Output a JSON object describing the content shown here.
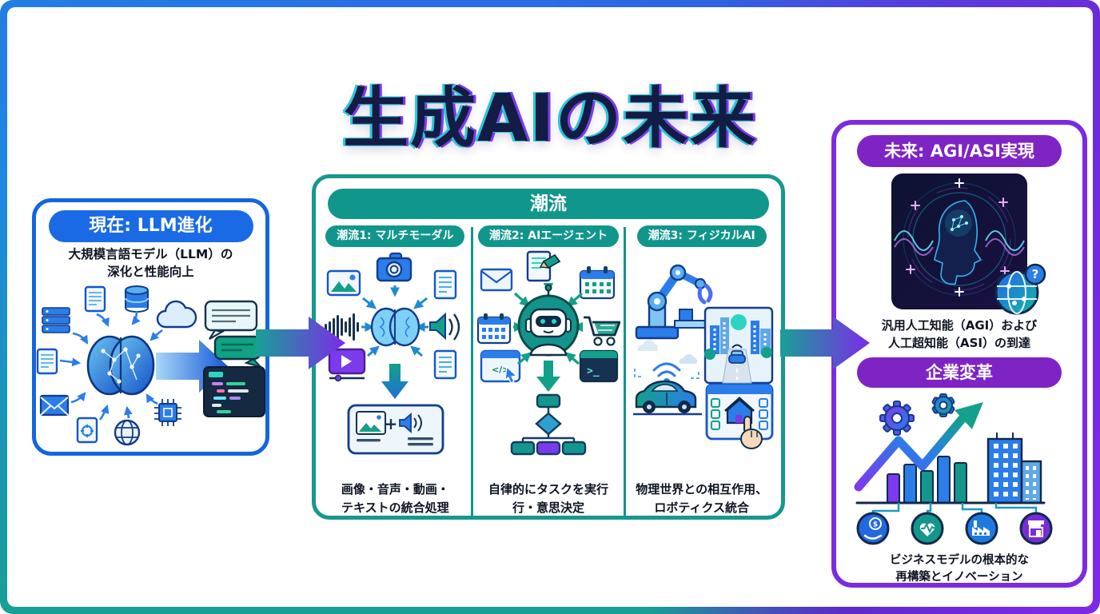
{
  "title": "生成AIの未来",
  "colors": {
    "blue": "#1a6ae6",
    "teal": "#11968c",
    "purple": "#7f24c4",
    "border_blue": "#1565e0",
    "border_teal": "#16988e",
    "border_purple": "#7c2be0"
  },
  "present": {
    "header": "現在: LLM進化",
    "desc_lines": [
      "大規模言語モデル（LLM）の",
      "深化と性能向上"
    ],
    "icons": [
      "server-stack",
      "document",
      "database",
      "cloud",
      "envelope",
      "gear-document",
      "globe",
      "chip",
      "brain",
      "block-arrow",
      "chat-bubbles",
      "code-window"
    ]
  },
  "trends": {
    "header": "潮流",
    "columns": [
      {
        "header": "潮流1: マルチモーダル",
        "caption_lines": [
          "画像・音声・動画・",
          "テキストの統合処理"
        ],
        "icons": [
          "camera",
          "image",
          "document",
          "audio-waveform",
          "speaker",
          "video-player",
          "brain",
          "down-arrow",
          "media-card"
        ]
      },
      {
        "header": "潮流2: AIエージェント",
        "caption_lines": [
          "自律的にタスクを実行",
          "行・意思決定"
        ],
        "icons": [
          "note-pencil",
          "envelope",
          "calendar",
          "shopping-cart",
          "code-window",
          "terminal",
          "robot",
          "down-arrow",
          "flowchart"
        ]
      },
      {
        "header": "潮流3: フィジカルAI",
        "caption_lines": [
          "物理世界との相互作用、",
          "ロボティクス統合"
        ],
        "icons": [
          "robot-arm",
          "smart-city-street",
          "autonomous-car",
          "wifi",
          "smart-home-panel",
          "hand-pointer"
        ]
      }
    ]
  },
  "future": {
    "header": "未来: AGI/ASI実現",
    "desc_lines": [
      "汎用人工知能（AGI）および",
      "人工超知能（ASI）の到達"
    ],
    "sub_header": "企業変革",
    "caption_lines": [
      "ビジネスモデルの根本的な",
      "再構築とイノベーション"
    ],
    "icons": [
      "neural-head-art",
      "globe-question",
      "gears",
      "growth-arrow",
      "bar-chart",
      "buildings",
      "finance-circle",
      "healthcare-circle",
      "factory-circle",
      "retail-circle"
    ]
  },
  "glyphs": {
    "plus": "+",
    "terminal_prompt": ">_",
    "code_tag": "</>",
    "question": "?",
    "dollar": "$"
  }
}
